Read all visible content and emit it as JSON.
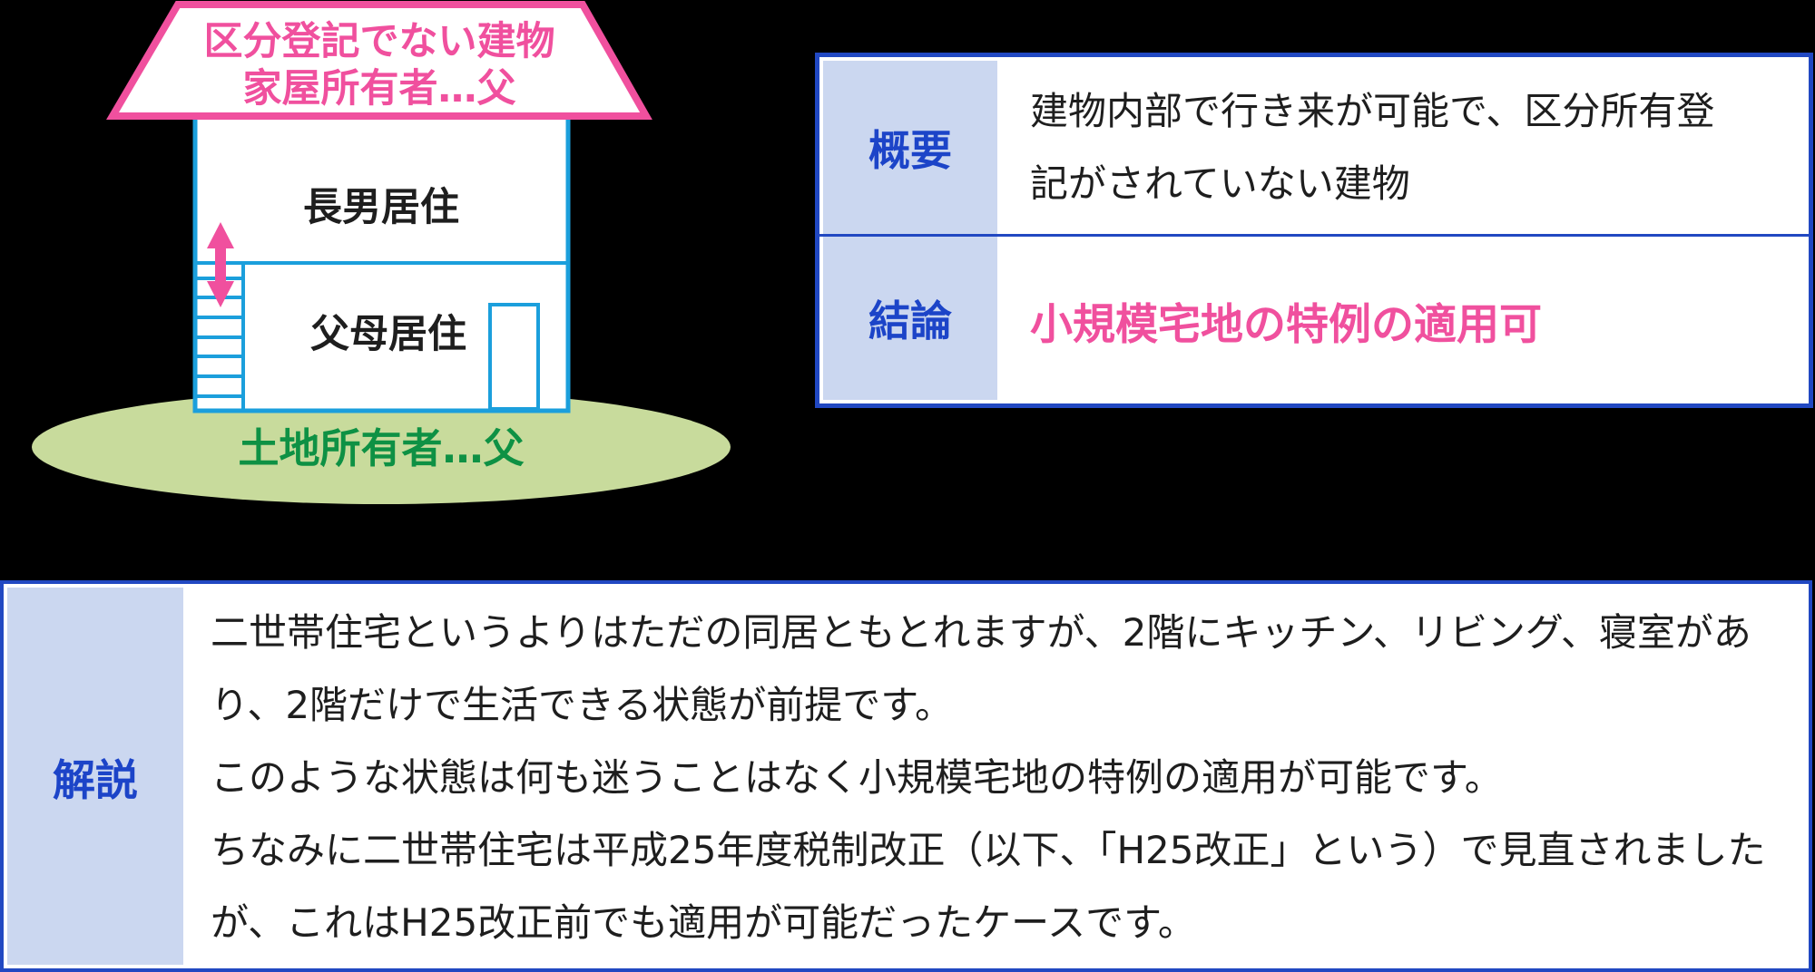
{
  "diagram": {
    "roof": {
      "line1": "区分登記でない建物",
      "line2": "家屋所有者…父"
    },
    "upper_floor_label": "長男居住",
    "lower_floor_label": "父母居住",
    "land_owner_label": "土地所有者…父",
    "colors": {
      "pink": "#F0509E",
      "sky_blue": "#1B9FDC",
      "land_fill_green": "#C8DB9C",
      "land_text_green": "#0E9144"
    }
  },
  "summary_table": {
    "rows": [
      {
        "label": "概要",
        "lines": [
          "建物内部で行き来が可能で、区分所有登",
          "記がされていない建物"
        ]
      },
      {
        "label": "結論",
        "conclusion": "小規模宅地の特例の適用可"
      }
    ],
    "colors": {
      "border_blue": "#2148C2",
      "label_bg_lavender": "#CBD7F0",
      "label_text_blue": "#1C44C8",
      "conclusion_pink": "#F0509E"
    }
  },
  "explanation_table": {
    "label": "解説",
    "lines": [
      "二世帯住宅というよりはただの同居ともとれますが、2階にキッチン、リビング、寝室があ",
      "り、2階だけで生活できる状態が前提です。",
      "このような状態は何も迷うことはなく小規模宅地の特例の適用が可能です。",
      "ちなみに二世帯住宅は平成25年度税制改正（以下、「H25改正」という）で見直されました",
      "が、これはH25改正前でも適用が可能だったケースです。"
    ]
  }
}
